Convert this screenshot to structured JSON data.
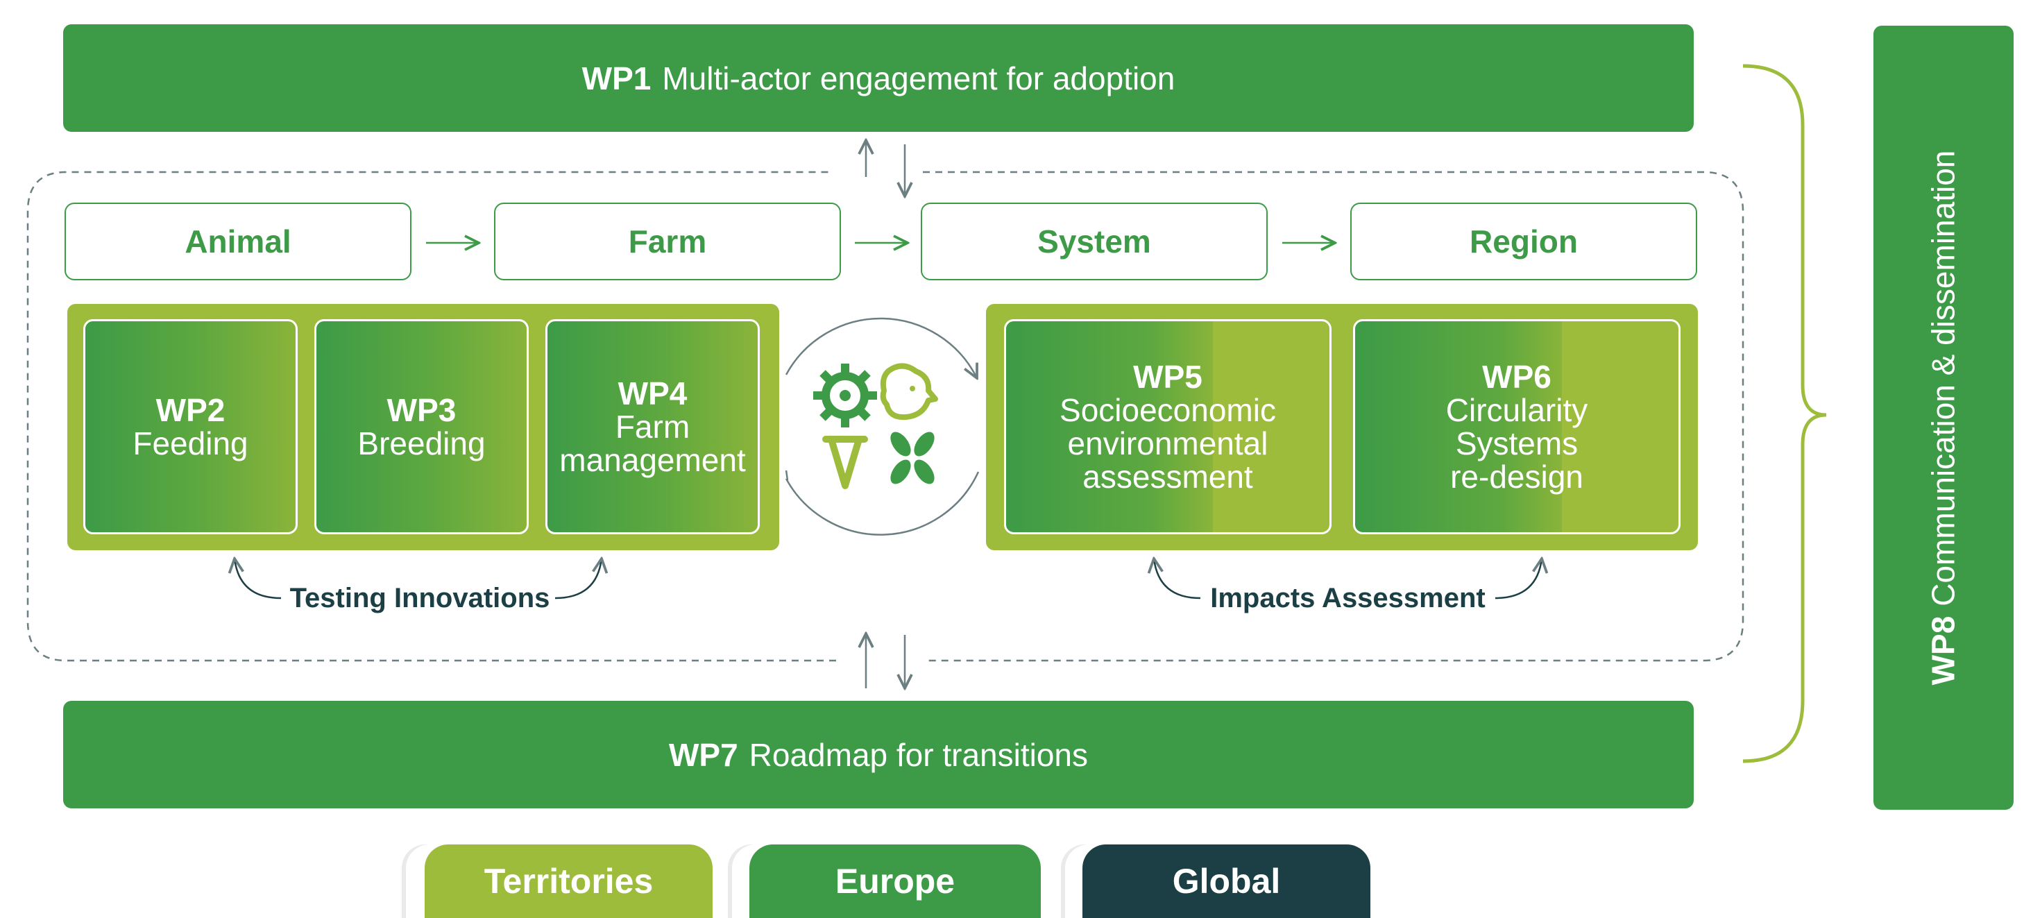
{
  "wp1": {
    "code": "WP1",
    "title": "Multi-actor engagement for adoption"
  },
  "scales": [
    "Animal",
    "Farm",
    "System",
    "Region"
  ],
  "testing_group": {
    "cards": [
      {
        "code": "WP2",
        "lines": [
          "Feeding"
        ]
      },
      {
        "code": "WP3",
        "lines": [
          "Breeding"
        ]
      },
      {
        "code": "WP4",
        "lines": [
          "Farm",
          "management"
        ]
      }
    ],
    "label": "Testing Innovations"
  },
  "impacts_group": {
    "cards": [
      {
        "code": "WP5",
        "lines": [
          "Socioeconomic",
          "environmental",
          "assessment"
        ]
      },
      {
        "code": "WP6",
        "lines": [
          "Circularity",
          "Systems",
          "re-design"
        ]
      }
    ],
    "label": "Impacts Assessment"
  },
  "wp7": {
    "code": "WP7",
    "title": "Roadmap for transitions"
  },
  "wp8": {
    "code": "WP8",
    "title": "Communication & dissemination"
  },
  "levels": [
    {
      "label": "Territories",
      "color": "#9ebc3c"
    },
    {
      "label": "Europe",
      "color": "#3d9b47"
    },
    {
      "label": "Global",
      "color": "#1b3f45"
    }
  ],
  "colors": {
    "green": "#3d9b47",
    "olive": "#9ebc3c",
    "dark": "#1b3f45",
    "gray": "#6b7f82"
  },
  "center_icon": "gear-sheep-plant-leaves-icon"
}
